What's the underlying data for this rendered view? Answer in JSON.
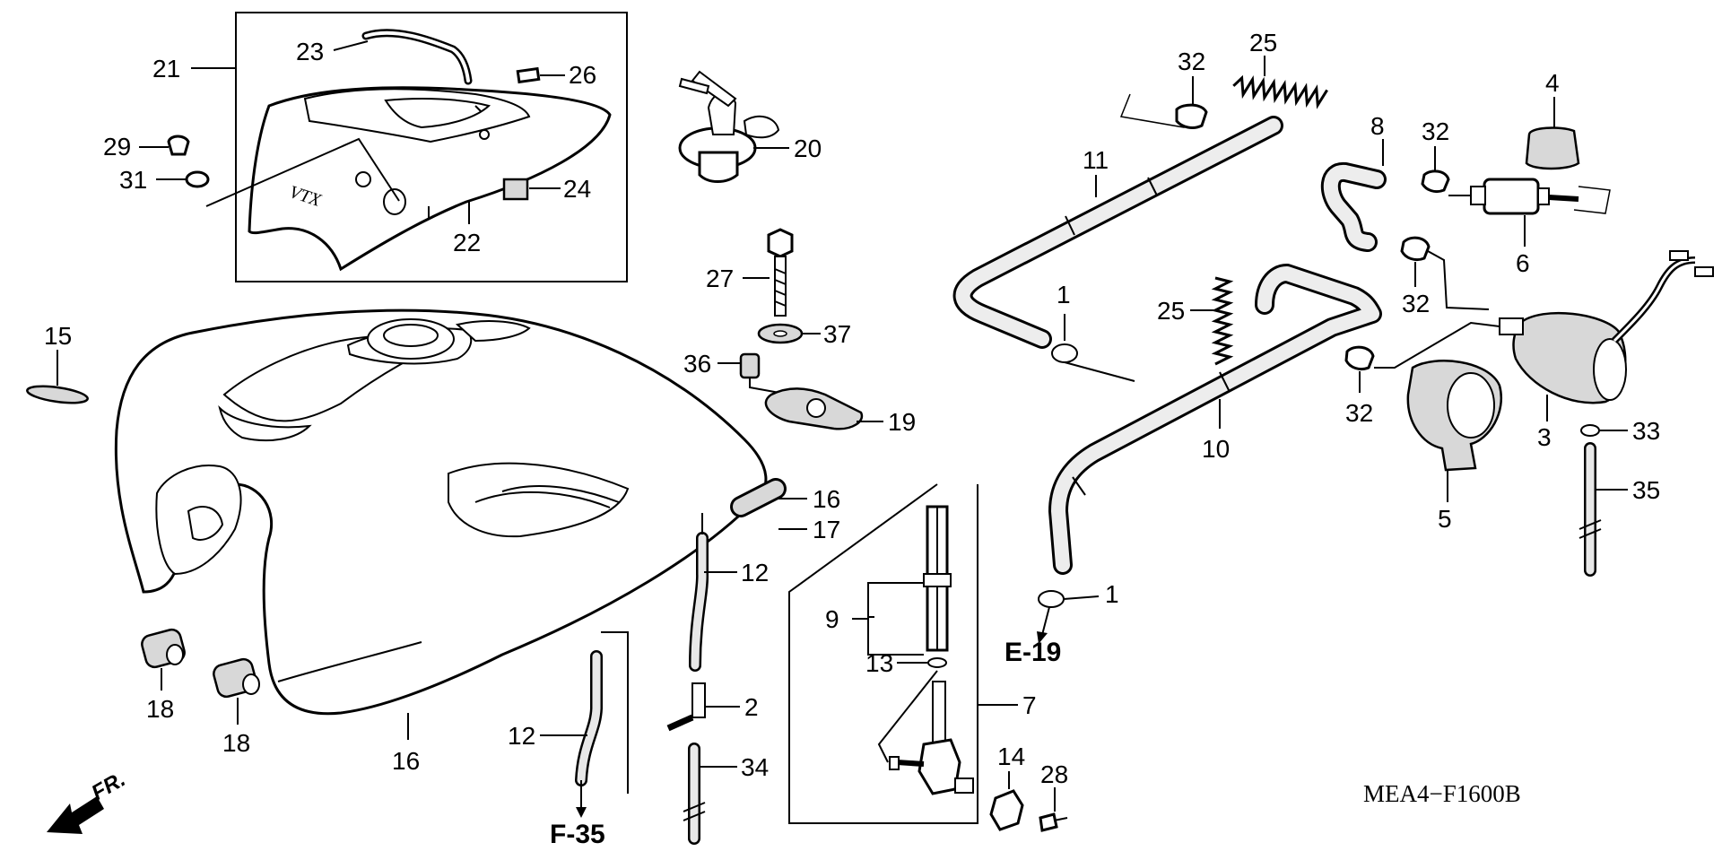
{
  "diagram_code": "MEA4−F1600B",
  "front_indicator": "FR.",
  "references": {
    "f35": "F-35",
    "e19": "E-19"
  },
  "callouts": {
    "c1a": "1",
    "c1b": "1",
    "c2": "2",
    "c3": "3",
    "c4": "4",
    "c5": "5",
    "c6": "6",
    "c7": "7",
    "c8": "8",
    "c9": "9",
    "c10": "10",
    "c11": "11",
    "c12a": "12",
    "c12b": "12",
    "c13": "13",
    "c14": "14",
    "c15": "15",
    "c16a": "16",
    "c16b": "16",
    "c17": "17",
    "c18a": "18",
    "c18b": "18",
    "c19": "19",
    "c20": "20",
    "c21": "21",
    "c22": "22",
    "c23": "23",
    "c24": "24",
    "c25a": "25",
    "c25b": "25",
    "c26": "26",
    "c27": "27",
    "c28": "28",
    "c29": "29",
    "c31": "31",
    "c32a": "32",
    "c32b": "32",
    "c32c": "32",
    "c32d": "32",
    "c33": "33",
    "c34": "34",
    "c35": "35",
    "c36": "36",
    "c37": "37"
  },
  "emblem_text": "VTX"
}
